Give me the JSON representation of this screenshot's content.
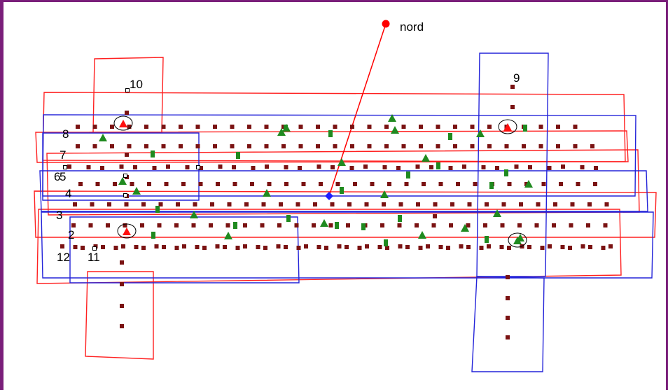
{
  "north_label": "nord",
  "row_labels": [
    "10",
    "9",
    "8",
    "7",
    "6",
    "5",
    "4",
    "3",
    "2",
    "12",
    "11"
  ],
  "colors": {
    "frame": "#7a1f7a",
    "survey_red": "#ff2020",
    "survey_blue": "#2323d9",
    "point": "#7a1212",
    "triangle": "#1f8a1f",
    "square_green": "#1f8a1f",
    "highlight": "#ff1010",
    "center": "#2020ff",
    "north_marker": "#ff0000",
    "ring": "#000000"
  },
  "legend_symbols": {
    "point": "dark-red-square",
    "sensor": "green-triangle",
    "marker": "green-rectangle",
    "target": "red-triangle-in-circle"
  }
}
